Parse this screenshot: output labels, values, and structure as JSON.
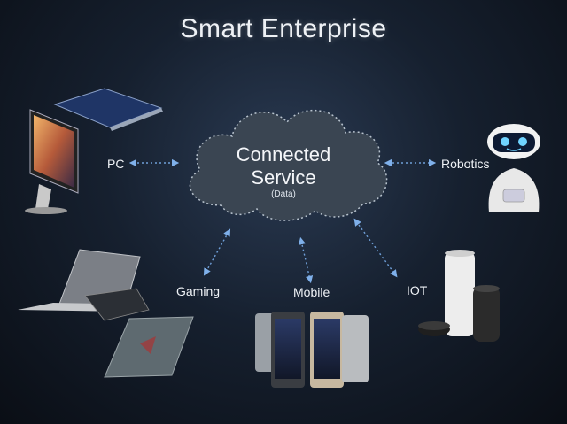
{
  "title": "Smart Enterprise",
  "center": {
    "line1": "Connected",
    "line2": "Service",
    "sub": "(Data)"
  },
  "nodes": {
    "pc": "PC",
    "robotics": "Robotics",
    "gaming": "Gaming",
    "mobile": "Mobile",
    "iot": "IOT"
  },
  "colors": {
    "connector": "#6f9fd8",
    "cloud": "#3a4552",
    "cloud_edge": "#b9c4cf"
  }
}
